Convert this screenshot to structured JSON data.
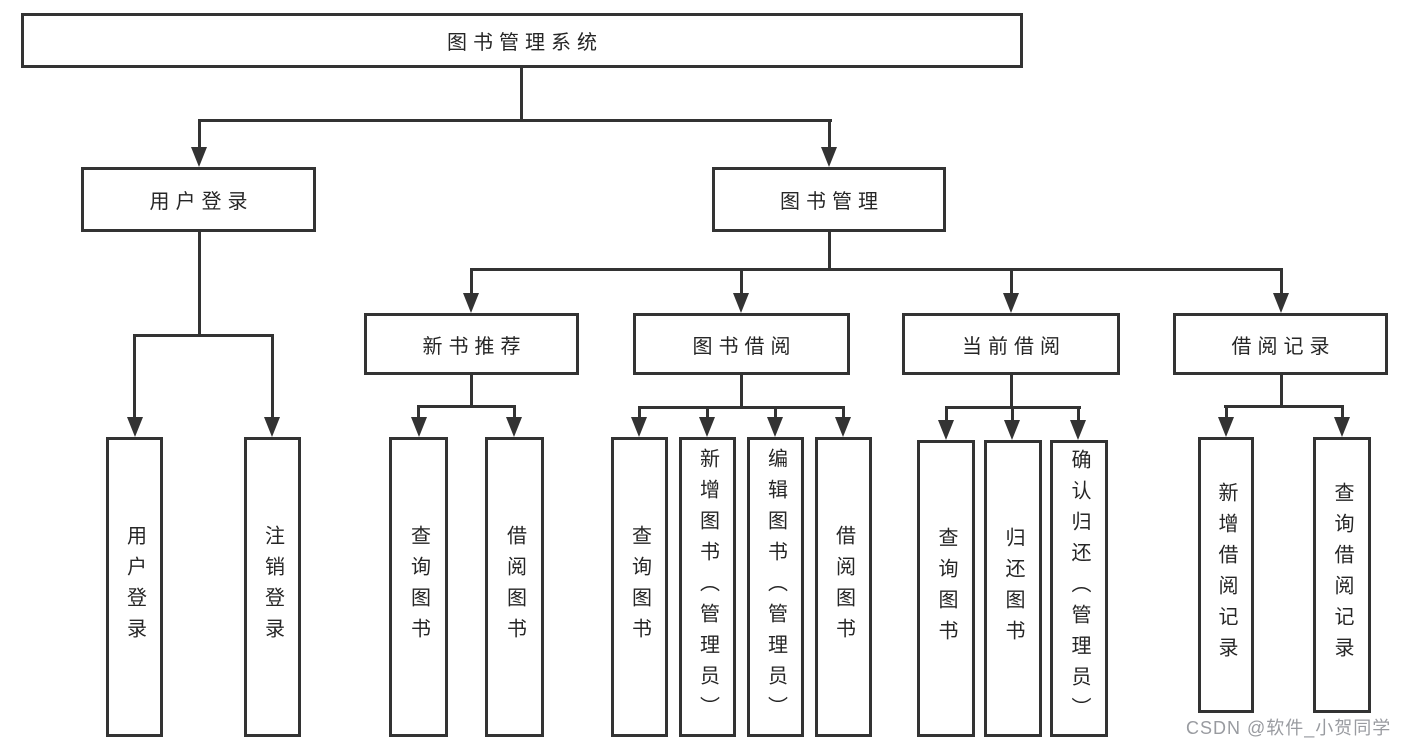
{
  "title": "图书管理系统",
  "tree": {
    "root": "图书管理系统",
    "branches": [
      {
        "label": "用户登录",
        "children": [
          "用户登录",
          "注销登录"
        ]
      },
      {
        "label": "图书管理",
        "groups": [
          {
            "label": "新书推荐",
            "children": [
              "查询图书",
              "借阅图书"
            ]
          },
          {
            "label": "图书借阅",
            "children": [
              "查询图书",
              "新增图书（管理员）",
              "编辑图书（管理员）",
              "借阅图书"
            ]
          },
          {
            "label": "当前借阅",
            "children": [
              "查询图书",
              "归还图书",
              "确认归还（管理员）"
            ]
          },
          {
            "label": "借阅记录",
            "children": [
              "新增借阅记录",
              "查询借阅记录"
            ]
          }
        ]
      }
    ]
  },
  "watermark": "CSDN @软件_小贺同学",
  "colors": {
    "line": "#333333",
    "box_border": "#333333",
    "text": "#262626",
    "watermark": "#94969b",
    "background": "#ffffff"
  }
}
